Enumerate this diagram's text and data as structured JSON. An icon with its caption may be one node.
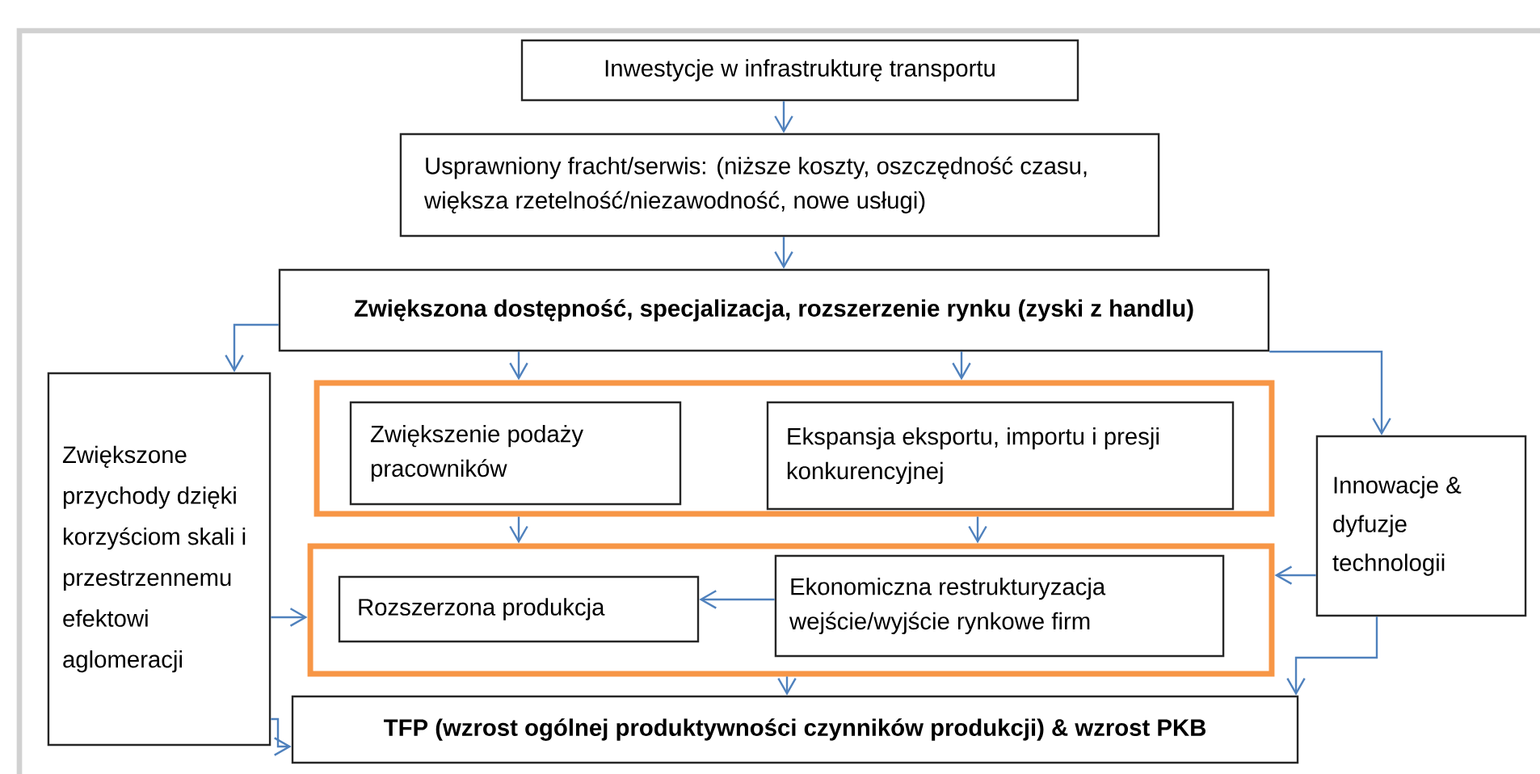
{
  "diagram": {
    "nodes": [
      {
        "text": [
          "Inwestycje w infrastrukturę transportu"
        ]
      },
      {
        "text": [
          "Usprawniony fracht/serwis: (niższe koszty, oszczędność czasu, większa rzetelność/niezawodność, nowe usługi)"
        ]
      },
      {
        "text": [
          "Zwiększona dostępność, specjalizacja, rozszerzenie rynku (zyski z handlu)"
        ]
      },
      {
        "text": [
          "Zwiększone przychody dzięki korzyściom skali i przestrzennemu efektowi aglomeracji"
        ]
      },
      {
        "text": [],
        "shape": "box"
      },
      {
        "text": [
          "Zwiększenie podaży pracowników"
        ],
        "in": 4
      },
      {
        "text": [
          "Ekspansja eksportu, importu i presji konkurencyjnej"
        ],
        "in": 4
      },
      {
        "text": [
          "Innowacje & dyfuzje technologii"
        ]
      },
      {
        "text": [],
        "shape": "box"
      },
      {
        "text": [
          "Rozszerzona produkcja"
        ],
        "in": 8
      },
      {
        "text": [
          "Ekonomiczna restrukturyzacja wejście/wyjście rynkowe firm"
        ],
        "in": 8
      },
      {
        "text": [
          "TFP (wzrost ogólnej produktywności czynników produkcji) & wzrost PKB"
        ]
      }
    ],
    "edges": [
      {
        "from": 0,
        "to": 1,
        "arrow": "to"
      },
      {
        "from": 1,
        "to": 2,
        "arrow": "to"
      },
      {
        "from": 2,
        "to": 3,
        "arrow": "to"
      },
      {
        "from": 2,
        "to": 4,
        "arrow": "to"
      },
      {
        "from": 2,
        "to": 4,
        "arrow": "to"
      },
      {
        "from": 2,
        "to": 7,
        "arrow": "to"
      },
      {
        "from": 4,
        "to": 8,
        "arrow": "to"
      },
      {
        "from": 4,
        "to": 8,
        "arrow": "to"
      },
      {
        "from": 3,
        "to": 8,
        "arrow": "to"
      },
      {
        "from": 10,
        "to": 9,
        "arrow": "to"
      },
      {
        "from": 7,
        "to": 8,
        "arrow": "to"
      },
      {
        "from": 8,
        "to": 11,
        "arrow": "to"
      },
      {
        "from": 7,
        "to": 11,
        "arrow": "to"
      },
      {
        "from": 3,
        "to": 11,
        "arrow": "to"
      }
    ]
  }
}
